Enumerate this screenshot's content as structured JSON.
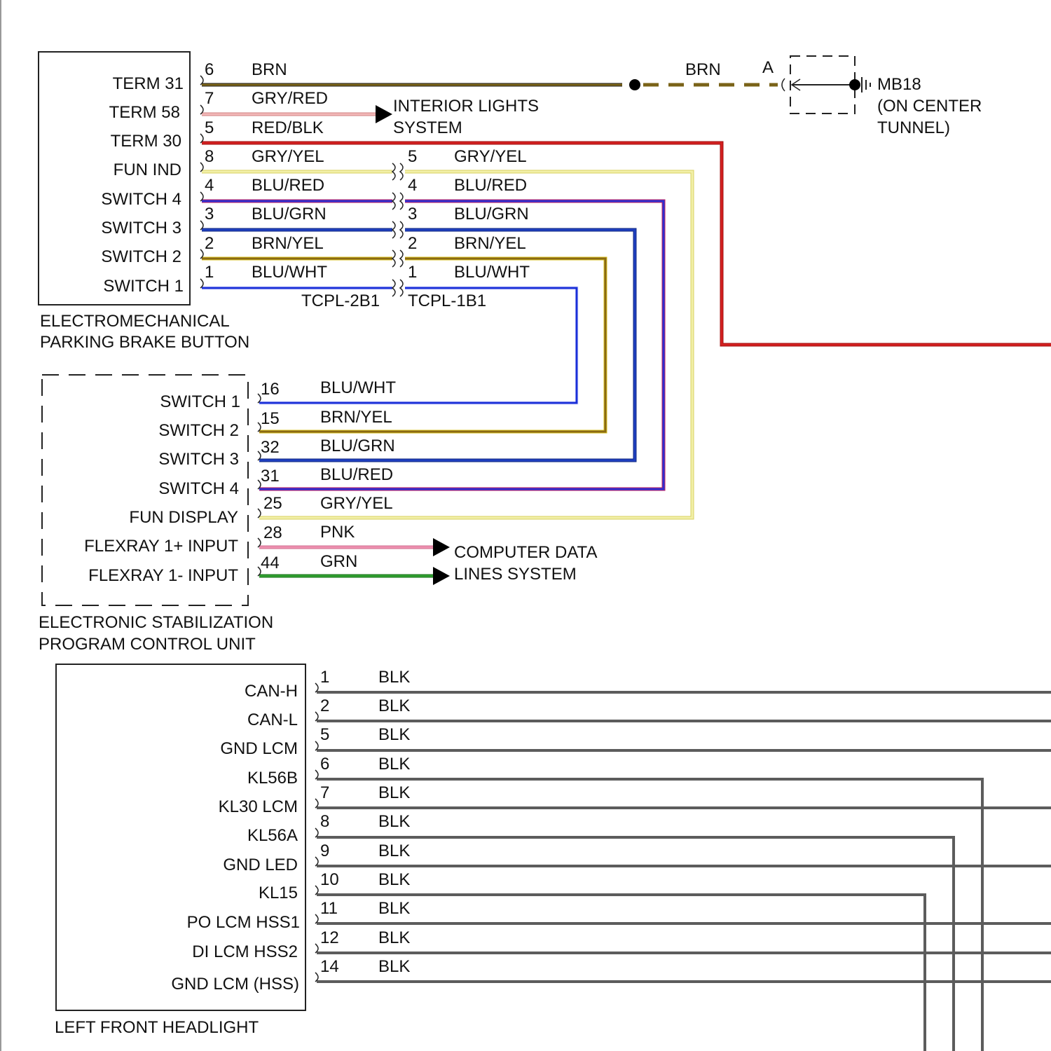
{
  "brake_button": {
    "name_line1": "ELECTROMECHANICAL",
    "name_line2": "PARKING BRAKE BUTTON",
    "pins": [
      {
        "label": "TERM 31",
        "pin": "6",
        "color": "BRN"
      },
      {
        "label": "TERM 58",
        "pin": "7",
        "color": "GRY/RED"
      },
      {
        "label": "TERM 30",
        "pin": "5",
        "color": "RED/BLK"
      },
      {
        "label": "FUN IND",
        "pin": "8",
        "color": "GRY/YEL"
      },
      {
        "label": "SWITCH 4",
        "pin": "4",
        "color": "BLU/RED"
      },
      {
        "label": "SWITCH 3",
        "pin": "3",
        "color": "BLU/GRN"
      },
      {
        "label": "SWITCH 2",
        "pin": "2",
        "color": "BRN/YEL"
      },
      {
        "label": "SWITCH 1",
        "pin": "1",
        "color": "BLU/WHT"
      }
    ],
    "connector": "TCPL-2B1"
  },
  "inline_connector": {
    "name": "TCPL-1B1",
    "pins": [
      {
        "pin": "5",
        "color": "GRY/YEL"
      },
      {
        "pin": "4",
        "color": "BLU/RED"
      },
      {
        "pin": "3",
        "color": "BLU/GRN"
      },
      {
        "pin": "2",
        "color": "BRN/YEL"
      },
      {
        "pin": "1",
        "color": "BLU/WHT"
      }
    ]
  },
  "ground": {
    "wire_color": "BRN",
    "pin": "A",
    "name": "MB18",
    "location_line1": "(ON CENTER",
    "location_line2": "TUNNEL)"
  },
  "interior_lights": {
    "line1": "INTERIOR LIGHTS",
    "line2": "SYSTEM"
  },
  "esp_unit": {
    "name_line1": "ELECTRONIC STABILIZATION",
    "name_line2": "PROGRAM CONTROL UNIT",
    "pins": [
      {
        "label": "SWITCH 1",
        "pin": "16",
        "color": "BLU/WHT"
      },
      {
        "label": "SWITCH 2",
        "pin": "15",
        "color": "BRN/YEL"
      },
      {
        "label": "SWITCH 3",
        "pin": "32",
        "color": "BLU/GRN"
      },
      {
        "label": "SWITCH 4",
        "pin": "31",
        "color": "BLU/RED"
      },
      {
        "label": "FUN DISPLAY",
        "pin": "25",
        "color": "GRY/YEL"
      },
      {
        "label": "FLEXRAY 1+ INPUT",
        "pin": "28",
        "color": "PNK"
      },
      {
        "label": "FLEXRAY 1- INPUT",
        "pin": "44",
        "color": "GRN"
      }
    ]
  },
  "computer_data": {
    "line1": "COMPUTER DATA",
    "line2": "LINES SYSTEM"
  },
  "headlight": {
    "name": "LEFT FRONT HEADLIGHT",
    "pins": [
      {
        "label": "CAN-H",
        "pin": "1",
        "color": "BLK"
      },
      {
        "label": "CAN-L",
        "pin": "2",
        "color": "BLK"
      },
      {
        "label": "GND LCM",
        "pin": "5",
        "color": "BLK"
      },
      {
        "label": "KL56B",
        "pin": "6",
        "color": "BLK"
      },
      {
        "label": "KL30 LCM",
        "pin": "7",
        "color": "BLK"
      },
      {
        "label": "KL56A",
        "pin": "8",
        "color": "BLK"
      },
      {
        "label": "GND LED",
        "pin": "9",
        "color": "BLK"
      },
      {
        "label": "KL15",
        "pin": "10",
        "color": "BLK"
      },
      {
        "label": "PO LCM HSS1",
        "pin": "11",
        "color": "BLK"
      },
      {
        "label": "DI LCM HSS2",
        "pin": "12",
        "color": "BLK"
      },
      {
        "label": "GND LCM (HSS)",
        "pin": "14",
        "color": "BLK"
      }
    ]
  },
  "wire_colors": {
    "BRN": "#7a6318",
    "GRY/RED": "#f2b8b8",
    "RED/BLK": "#d42020",
    "GRY/YEL": "#f2f0a8",
    "BLU/RED": "#2f2fd0",
    "BLU/GRN": "#1f3fc0",
    "BRN/YEL": "#8a6a14",
    "BLU/WHT": "#1a2fd8",
    "PNK": "#ee90b0",
    "GRN": "#30a030",
    "BLK": "#5c5c5c"
  }
}
